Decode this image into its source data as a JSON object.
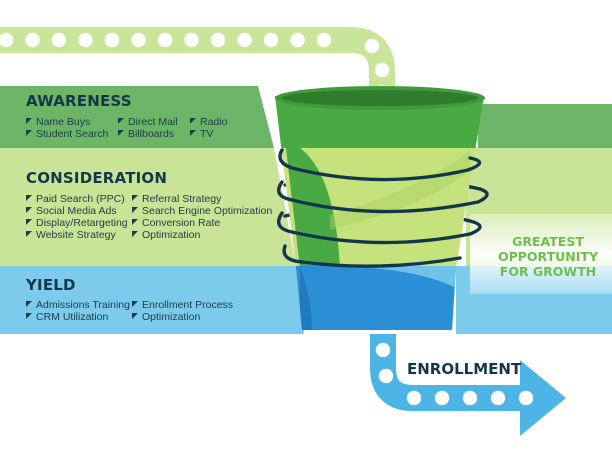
{
  "stages": {
    "awareness": {
      "title": "AWARENESS",
      "items": [
        "Name Buys",
        "Student Search",
        "Direct Mail",
        "Billboards",
        "Radio",
        "TV"
      ]
    },
    "consideration": {
      "title": "CONSIDERATION",
      "items": [
        "Paid Search (PPC)",
        "Social Media Ads",
        "Display/Retargeting",
        "Website Strategy",
        "Referral Strategy",
        "Search Engine Optimization",
        "Conversion Rate",
        "Optimization"
      ]
    },
    "yield": {
      "title": "YIELD",
      "items": [
        "Admissions Training",
        "CRM Utilization",
        "Enrollment Process",
        "Optimization"
      ]
    }
  },
  "callout": {
    "lines": [
      "GREATEST",
      "OPPORTUNITY",
      "FOR GROWTH"
    ]
  },
  "enrollment": {
    "label": "ENROLLMENT"
  },
  "colors": {
    "awareness_band": "#6db566",
    "consideration_band": "#c9e497",
    "yield_band": "#7ccbec",
    "funnel_top": "#49a942",
    "funnel_mid": "#c5e27d",
    "funnel_bottom": "#2a8fd4",
    "spiral": "#12374a",
    "pipe_top": "#c8e59a",
    "pipe_bottom": "#4db5e6",
    "text_dark": "#12374a",
    "growth_text": "#6dbf4b"
  }
}
